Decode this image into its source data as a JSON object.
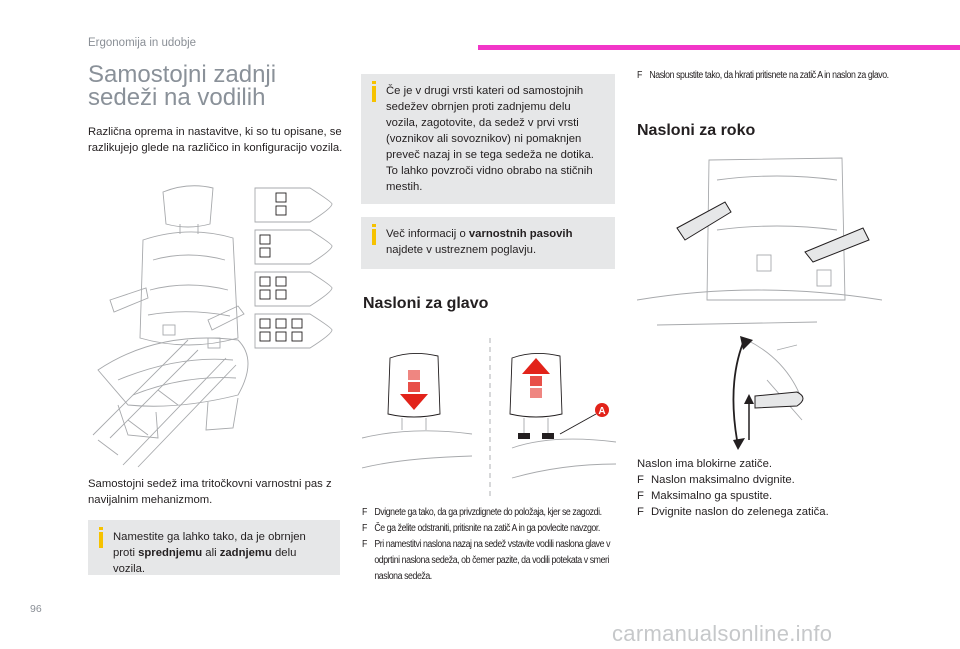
{
  "header": {
    "section": "Ergonomija in udobje"
  },
  "title": "Samostojni zadnji sedeži na vodilih",
  "intro": "Različna oprema in nastavitve, ki so tu opisane, se razlikujejo glede na različico in konfiguracijo vozila.",
  "seat_caption": "Samostojni sedež ima tritočkovni varnostni pas z navijalnim mehanizmom.",
  "notes": {
    "note1_a": "Namestite ga lahko tako, da je obrnjen proti ",
    "note1_b": "sprednjemu",
    "note1_c": " ali ",
    "note1_d": "zadnjemu",
    "note1_e": " delu vozila.",
    "note2": "Če je v drugi vrsti kateri od samostojnih sedežev obrnjen proti zadnjemu delu vozila, zagotovite, da sedež v prvi vrsti (voznikov ali sovoznikov) ni pomaknjen preveč nazaj in se tega sedeža ne dotika. To lahko povzroči vidno obrabo na stičnih mestih.",
    "note3_a": "Več informacij o ",
    "note3_b": "varnostnih pasovih",
    "note3_c": " najdete v ustreznem poglavju."
  },
  "headrests": {
    "heading": "Nasloni za glavo",
    "label_a": "A",
    "steps": [
      "Dvignete ga tako, da ga privzdignete do položaja, kjer se zagozdi.",
      "Če ga želite odstraniti, pritisnite na zatič A in ga povlecite navzgor.",
      "Pri namestitvi naslona nazaj na sedež vstavite vodili naslona glave v odprtini naslona sedeža, ob čemer pazite, da vodili potekata v smeri naslona sedeža."
    ],
    "step_lower": "Naslon spustite tako, da hkrati pritisnete na zatič A in naslon za glavo."
  },
  "armrests": {
    "heading": "Nasloni za roko",
    "intro": "Naslon ima blokirne zatiče.",
    "steps": [
      "Naslon maksimalno dvignite.",
      "Maksimalno ga spustite.",
      "Dvignite naslon do zelenega zatiča."
    ]
  },
  "bullet_glyph": "F",
  "page_number": "96",
  "watermark": "carmanualsonline.info",
  "colors": {
    "accent_magenta": "#f236c8",
    "note_bg": "#e6e7e8",
    "info_icon": "#f6c200",
    "arrow_red": "#e2231a"
  }
}
